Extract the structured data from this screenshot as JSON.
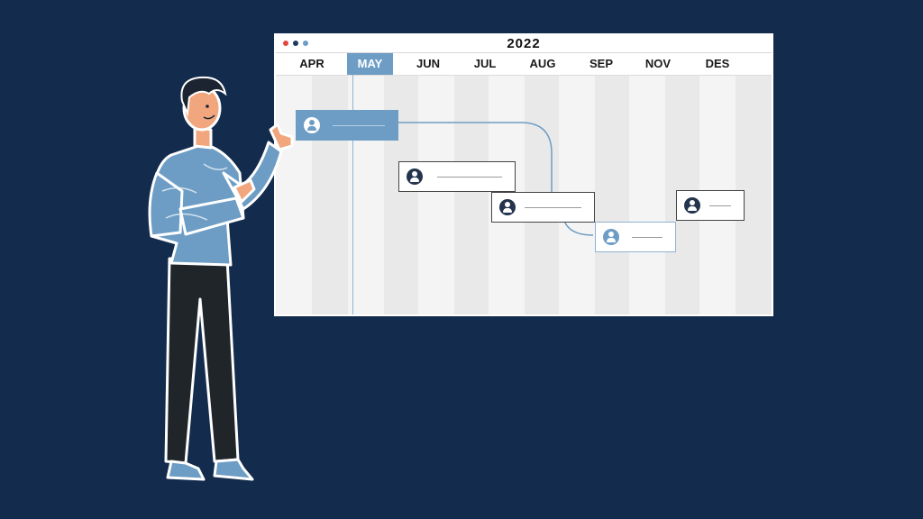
{
  "title": "2022",
  "months": [
    "APR",
    "MAY",
    "JUN",
    "JUL",
    "AUG",
    "SEP",
    "NOV",
    "DES"
  ],
  "active_month": "MAY",
  "colors": {
    "background": "#132b4d",
    "accent": "#6d9dc5",
    "dark": "#23344c"
  },
  "tasks": [
    {
      "style": "highlighted",
      "icon": "user-icon"
    },
    {
      "style": "default",
      "icon": "user-icon"
    },
    {
      "style": "default",
      "icon": "user-icon"
    },
    {
      "style": "light",
      "icon": "user-icon"
    },
    {
      "style": "default",
      "icon": "user-icon"
    }
  ]
}
